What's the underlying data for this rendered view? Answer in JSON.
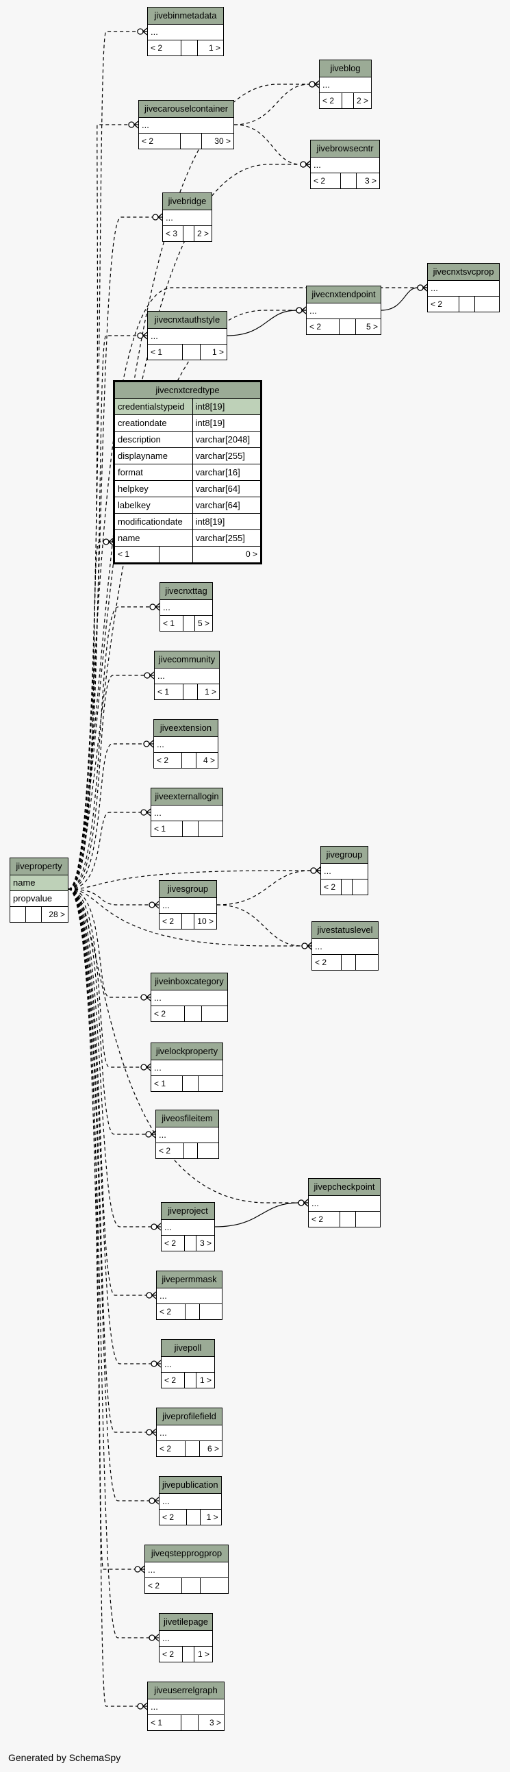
{
  "footer": "Generated by SchemaSpy",
  "root": {
    "name": "jiveproperty",
    "rows": [
      [
        "name",
        ""
      ],
      [
        "propvalue",
        ""
      ]
    ],
    "stats": [
      "",
      "",
      "28 >"
    ]
  },
  "focus": {
    "name": "jivecnxtcredtype",
    "rows": [
      [
        "credentialstypeid",
        "int8[19]"
      ],
      [
        "creationdate",
        "int8[19]"
      ],
      [
        "description",
        "varchar[2048]"
      ],
      [
        "displayname",
        "varchar[255]"
      ],
      [
        "format",
        "varchar[16]"
      ],
      [
        "helpkey",
        "varchar[64]"
      ],
      [
        "labelkey",
        "varchar[64]"
      ],
      [
        "modificationdate",
        "int8[19]"
      ],
      [
        "name",
        "varchar[255]"
      ]
    ],
    "stats": [
      "< 1",
      "",
      "0 >"
    ]
  },
  "tables": [
    {
      "name": "jivebinmetadata",
      "dots": "...",
      "stats": [
        "< 2",
        "",
        "1 >"
      ]
    },
    {
      "name": "jiveblog",
      "dots": "...",
      "stats": [
        "< 2",
        "",
        "2 >"
      ]
    },
    {
      "name": "jivecarouselcontainer",
      "dots": "...",
      "stats": [
        "< 2",
        "",
        "30 >"
      ]
    },
    {
      "name": "jivebrowsecntr",
      "dots": "...",
      "stats": [
        "< 2",
        "",
        "3 >"
      ]
    },
    {
      "name": "jivebridge",
      "dots": "...",
      "stats": [
        "< 3",
        "",
        "2 >"
      ]
    },
    {
      "name": "jivecnxtsvcprop",
      "dots": "...",
      "stats": [
        "< 2",
        "",
        ""
      ]
    },
    {
      "name": "jivecnxtendpoint",
      "dots": "...",
      "stats": [
        "< 2",
        "",
        "5 >"
      ]
    },
    {
      "name": "jivecnxtauthstyle",
      "dots": "...",
      "stats": [
        "< 1",
        "",
        "1 >"
      ]
    },
    {
      "name": "jivecnxttag",
      "dots": "...",
      "stats": [
        "< 1",
        "",
        "5 >"
      ]
    },
    {
      "name": "jivecommunity",
      "dots": "...",
      "stats": [
        "< 1",
        "",
        "1 >"
      ]
    },
    {
      "name": "jiveextension",
      "dots": "...",
      "stats": [
        "< 2",
        "",
        "4 >"
      ]
    },
    {
      "name": "jiveexternallogin",
      "dots": "...",
      "stats": [
        "< 1",
        "",
        ""
      ]
    },
    {
      "name": "jivegroup",
      "dots": "...",
      "stats": [
        "< 2",
        "",
        ""
      ]
    },
    {
      "name": "jivesgroup",
      "dots": "...",
      "stats": [
        "< 2",
        "",
        "10 >"
      ]
    },
    {
      "name": "jivestatuslevel",
      "dots": "...",
      "stats": [
        "< 2",
        "",
        ""
      ]
    },
    {
      "name": "jiveinboxcategory",
      "dots": "...",
      "stats": [
        "< 2",
        "",
        ""
      ]
    },
    {
      "name": "jivelockproperty",
      "dots": "...",
      "stats": [
        "< 1",
        "",
        ""
      ]
    },
    {
      "name": "jiveosfileitem",
      "dots": "...",
      "stats": [
        "< 2",
        "",
        ""
      ]
    },
    {
      "name": "jivepcheckpoint",
      "dots": "...",
      "stats": [
        "< 2",
        "",
        ""
      ]
    },
    {
      "name": "jiveproject",
      "dots": "...",
      "stats": [
        "< 2",
        "",
        "3 >"
      ]
    },
    {
      "name": "jivepermmask",
      "dots": "...",
      "stats": [
        "< 2",
        "",
        ""
      ]
    },
    {
      "name": "jivepoll",
      "dots": "...",
      "stats": [
        "< 2",
        "",
        "1 >"
      ]
    },
    {
      "name": "jiveprofilefield",
      "dots": "...",
      "stats": [
        "< 2",
        "",
        "6 >"
      ]
    },
    {
      "name": "jivepublication",
      "dots": "...",
      "stats": [
        "< 2",
        "",
        "1 >"
      ]
    },
    {
      "name": "jiveqstepprogprop",
      "dots": "...",
      "stats": [
        "< 2",
        "",
        ""
      ]
    },
    {
      "name": "jivetilepage",
      "dots": "...",
      "stats": [
        "< 2",
        "",
        "1 >"
      ]
    },
    {
      "name": "jiveuserrelgraph",
      "dots": "...",
      "stats": [
        "< 1",
        "",
        "3 >"
      ]
    }
  ]
}
